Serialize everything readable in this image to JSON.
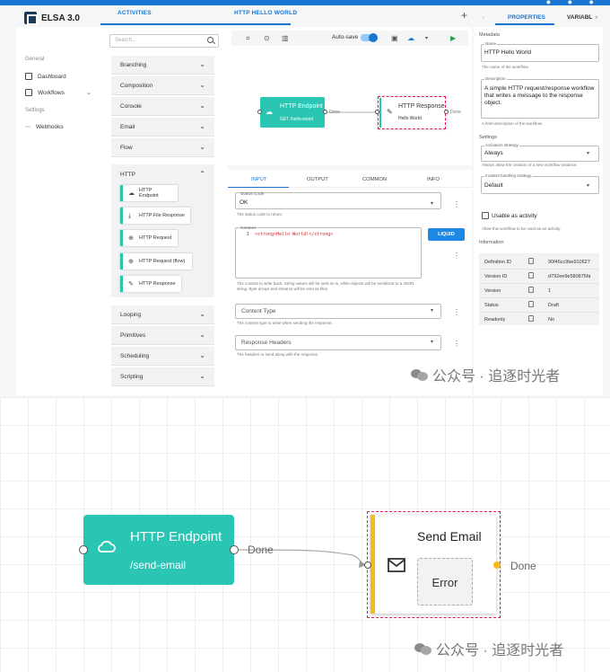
{
  "app": {
    "name": "ELSA 3.0"
  },
  "tabs": {
    "activities": "ACTIVITIES",
    "workflow": "HTTP HELLO WORLD",
    "properties": "PROPERTIES",
    "variables": "VARIABL"
  },
  "nav": {
    "general": "General",
    "dashboard": "Dashboard",
    "workflows": "Workflows",
    "settings": "Settings",
    "webhooks": "Webhooks"
  },
  "activities": {
    "search_placeholder": "Search...",
    "groups": [
      "Branching",
      "Composition",
      "Console",
      "Email",
      "Flow"
    ],
    "http_group": "HTTP",
    "http_items": [
      "HTTP Endpoint",
      "HTTP File Response",
      "HTTP Request",
      "HTTP Request (flow)",
      "HTTP Response"
    ],
    "groups_after": [
      "Looping",
      "Primitives",
      "Scheduling",
      "Scripting"
    ]
  },
  "toolbar": {
    "autosave": "Auto-save"
  },
  "designer": {
    "node1_title": "HTTP Endpoint",
    "node1_sub": "GET /hello-world",
    "node2_title": "HTTP Response",
    "node2_sub": "Hello World",
    "done": "Done"
  },
  "input": {
    "tabs": [
      "INPUT",
      "OUTPUT",
      "COMMON",
      "INFO"
    ],
    "status_label": "Status Code",
    "status_value": "OK",
    "status_help": "The status code to return.",
    "content_label": "Content",
    "content_code": "<strong>Hello World!</strong>",
    "code_line": "1",
    "liquid": "LIQUID",
    "content_help": "The content to write back. String values will be sent as-is, while objects will be serialized to a JSON string. Byte arrays and streams will be sent as files.",
    "ctype": "Content Type",
    "ctype_help": "The content type to write when sending the response.",
    "headers": "Response Headers",
    "headers_help": "The headers to send along with the response."
  },
  "props": {
    "metadata": "Metadata",
    "name_label": "Name",
    "name": "HTTP Hello World",
    "name_help": "The name of the workflow.",
    "desc_label": "Description",
    "desc": "A simple HTTP request/response workflow that writes a message to the response object.",
    "desc_help": "A brief description of the workflow.",
    "settings": "Settings",
    "activation_label": "Activation strategy",
    "activation": "Always",
    "activation_help": "Always allow the creation of a new workflow instance.",
    "incident_label": "Incident handling strategy",
    "incident": "Default",
    "usable": "Usable as activity",
    "usable_help": "Allow this workflow to be used as an activity.",
    "information": "Information",
    "rows": [
      {
        "k": "Definition ID",
        "v": "90f46cc9be910627"
      },
      {
        "k": "Version ID",
        "v": "d792ee9e580875fa"
      },
      {
        "k": "Version",
        "v": "1"
      },
      {
        "k": "Status",
        "v": "Draft"
      },
      {
        "k": "Readonly",
        "v": "No"
      }
    ]
  },
  "watermark": "公众号 · 追逐时光者",
  "bottom": {
    "node1_title": "HTTP Endpoint",
    "node1_sub": "/send-email",
    "done1": "Done",
    "node2_title": "Send Email",
    "error": "Error",
    "done2": "Done"
  }
}
